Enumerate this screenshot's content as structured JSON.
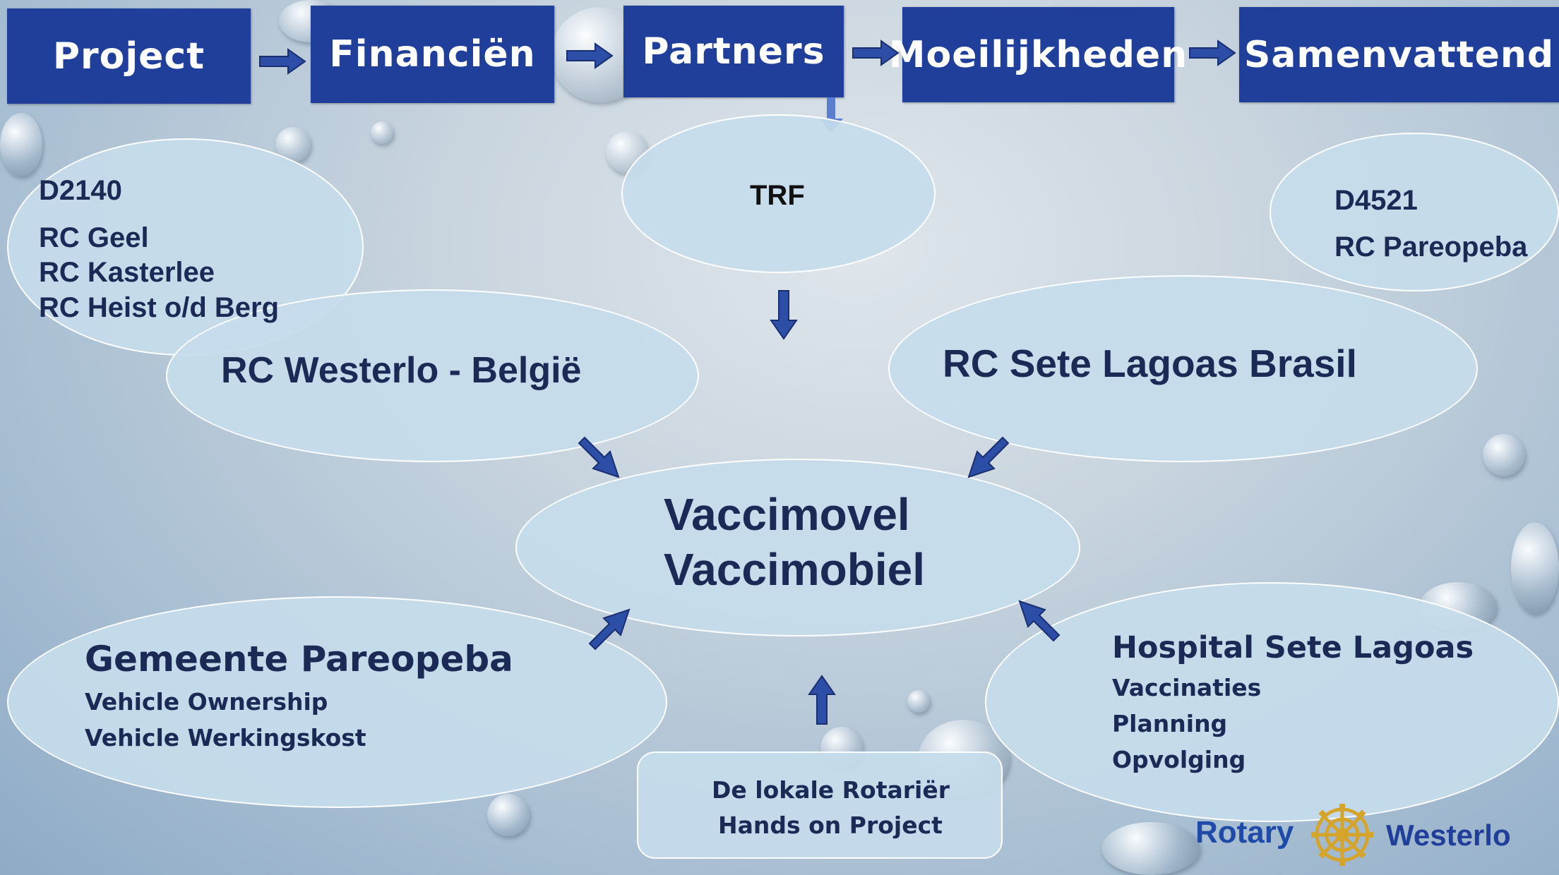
{
  "nav": {
    "steps": [
      "Project",
      "Financiën",
      "Partners",
      "Moeilijkheden",
      "Samenvattend"
    ]
  },
  "nodes": {
    "d2140": {
      "title": "D2140",
      "lines": [
        "RC Geel",
        "RC Kasterlee",
        "RC Heist o/d Berg"
      ]
    },
    "trf": {
      "title": "TRF"
    },
    "d4521": {
      "title": "D4521",
      "lines": [
        "RC Pareopeba"
      ]
    },
    "westerlo": {
      "title": "RC Westerlo - België"
    },
    "setelagoas": {
      "title": "RC Sete Lagoas Brasil"
    },
    "center": {
      "lines": [
        "Vaccimovel",
        "Vaccimobiel"
      ]
    },
    "gemeente": {
      "title": "Gemeente Pareopeba",
      "lines": [
        "Vehicle Ownership",
        "Vehicle Werkingskost"
      ]
    },
    "hospital": {
      "title": "Hospital Sete Lagoas",
      "lines": [
        "Vaccinaties",
        "Planning",
        "Opvolging"
      ]
    },
    "rotarier": {
      "lines": [
        "De lokale Rotariër",
        "Hands on Project"
      ]
    }
  },
  "logo": {
    "left": "Rotary",
    "right": "Westerlo"
  },
  "colors": {
    "nav_bg": "#1f3f9a",
    "oval_fill": "#c6dcec",
    "text": "#1a2a55",
    "arrow": "#2d4ea6"
  }
}
